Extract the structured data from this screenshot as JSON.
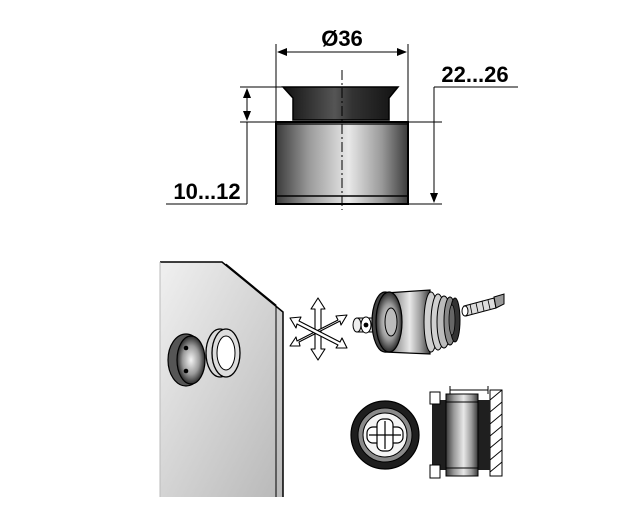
{
  "dimensions": {
    "diameter_label": "Ø36",
    "right_height_label": "22...26",
    "left_height_label": "10...12"
  },
  "icons": [
    "move-arrows-icon",
    "screw-icon",
    "lock-cross-icon"
  ],
  "colors": {
    "line": "#000000",
    "body_dark": "#2a2a2a",
    "body_mid": "#8a8a8a",
    "body_light": "#e6e6e6"
  }
}
